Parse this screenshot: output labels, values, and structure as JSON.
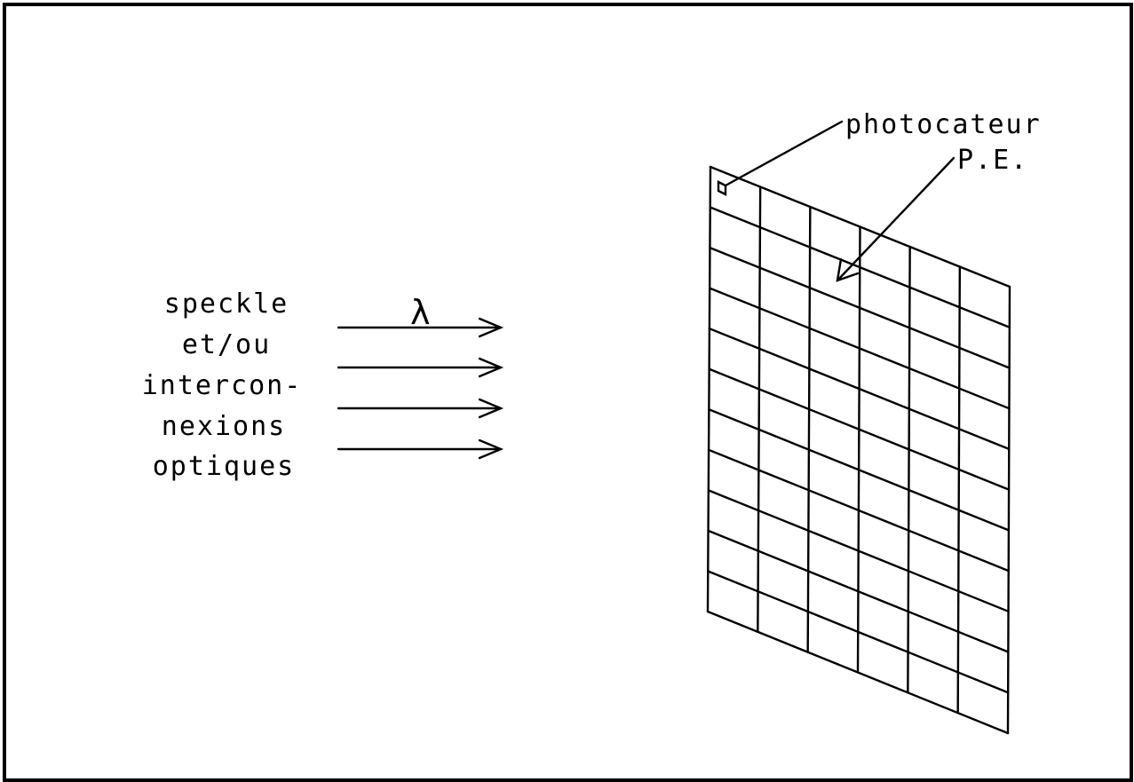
{
  "left_label_lines": [
    "speckle",
    "et/ou",
    "intercon-",
    "nexions",
    "optiques"
  ],
  "wavelength_symbol": "λ",
  "detector_label": "photocateur",
  "element_label": "P.E.",
  "grid": {
    "columns": 6,
    "rows": 11
  }
}
